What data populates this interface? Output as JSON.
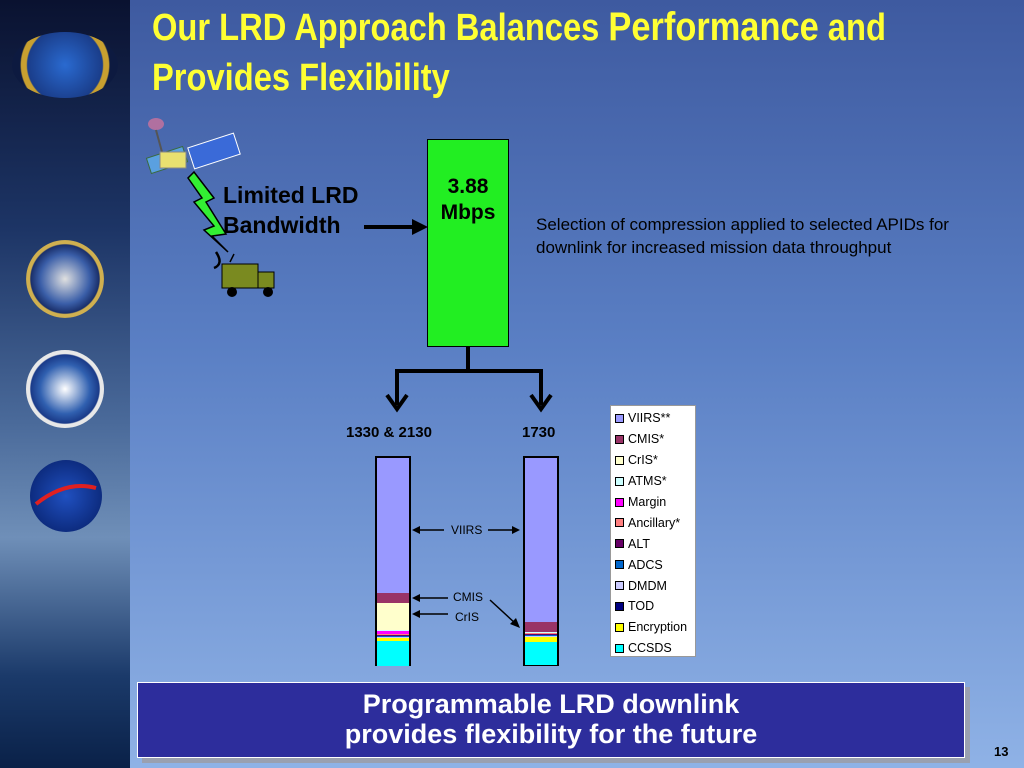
{
  "slide": {
    "title_part1": "Our LRD Approach Balances ",
    "title_highlight": "Performance",
    "title_part2": " and Provides Flexibility",
    "page_number": "13"
  },
  "sidebar": {
    "logos": [
      "NPOESS",
      "DEPARTMENT OF DEFENSE",
      "DEPARTMENT OF COMMERCE",
      "NASA"
    ]
  },
  "diagram": {
    "bandwidth_label_line1": "Limited LRD",
    "bandwidth_label_line2": "Bandwidth",
    "rate_value": "3.88",
    "rate_unit": "Mbps",
    "compression_note": "Selection of compression applied to selected APIDs for downlink for increased mission data throughput",
    "left_column_label": "1330 & 2130",
    "right_column_label": "1730",
    "callout_viirs": "VIIRS",
    "callout_cmis": "CMIS",
    "callout_cris": "CrIS"
  },
  "chart_data": {
    "type": "bar",
    "stacked": true,
    "categories": [
      "1330 & 2130",
      "1730"
    ],
    "series": [
      {
        "name": "VIIRS**",
        "color": "#9999ff",
        "values": [
          65.5,
          79.5
        ]
      },
      {
        "name": "CMIS*",
        "color": "#993366",
        "values": [
          5,
          5
        ]
      },
      {
        "name": "CrIS*",
        "color": "#ffffcc",
        "values": [
          13,
          0
        ]
      },
      {
        "name": "ATMS*",
        "color": "#ccffff",
        "values": [
          0.5,
          0.5
        ]
      },
      {
        "name": "Margin",
        "color": "#ff00ff",
        "values": [
          1.5,
          0
        ]
      },
      {
        "name": "Ancillary*",
        "color": "#ff8080",
        "values": [
          0.5,
          0.5
        ]
      },
      {
        "name": "ALT",
        "color": "#660066",
        "values": [
          0.5,
          0.5
        ]
      },
      {
        "name": "ADCS",
        "color": "#0066cc",
        "values": [
          0.3,
          0.3
        ]
      },
      {
        "name": "DMDM",
        "color": "#ccccff",
        "values": [
          0.5,
          0.5
        ]
      },
      {
        "name": "TOD",
        "color": "#000080",
        "values": [
          0.2,
          0.2
        ]
      },
      {
        "name": "Encryption",
        "color": "#ffff00",
        "values": [
          1.5,
          2.5
        ]
      },
      {
        "name": "CCSDS",
        "color": "#00ffff",
        "values": [
          12,
          11
        ]
      }
    ],
    "legend": "right"
  },
  "banner": {
    "line1": "Programmable LRD downlink",
    "line2": "provides flexibility for the future"
  },
  "colors": {
    "title": "#ffff33",
    "rate_box": "#22ee22",
    "banner": "#2d2d9c"
  }
}
